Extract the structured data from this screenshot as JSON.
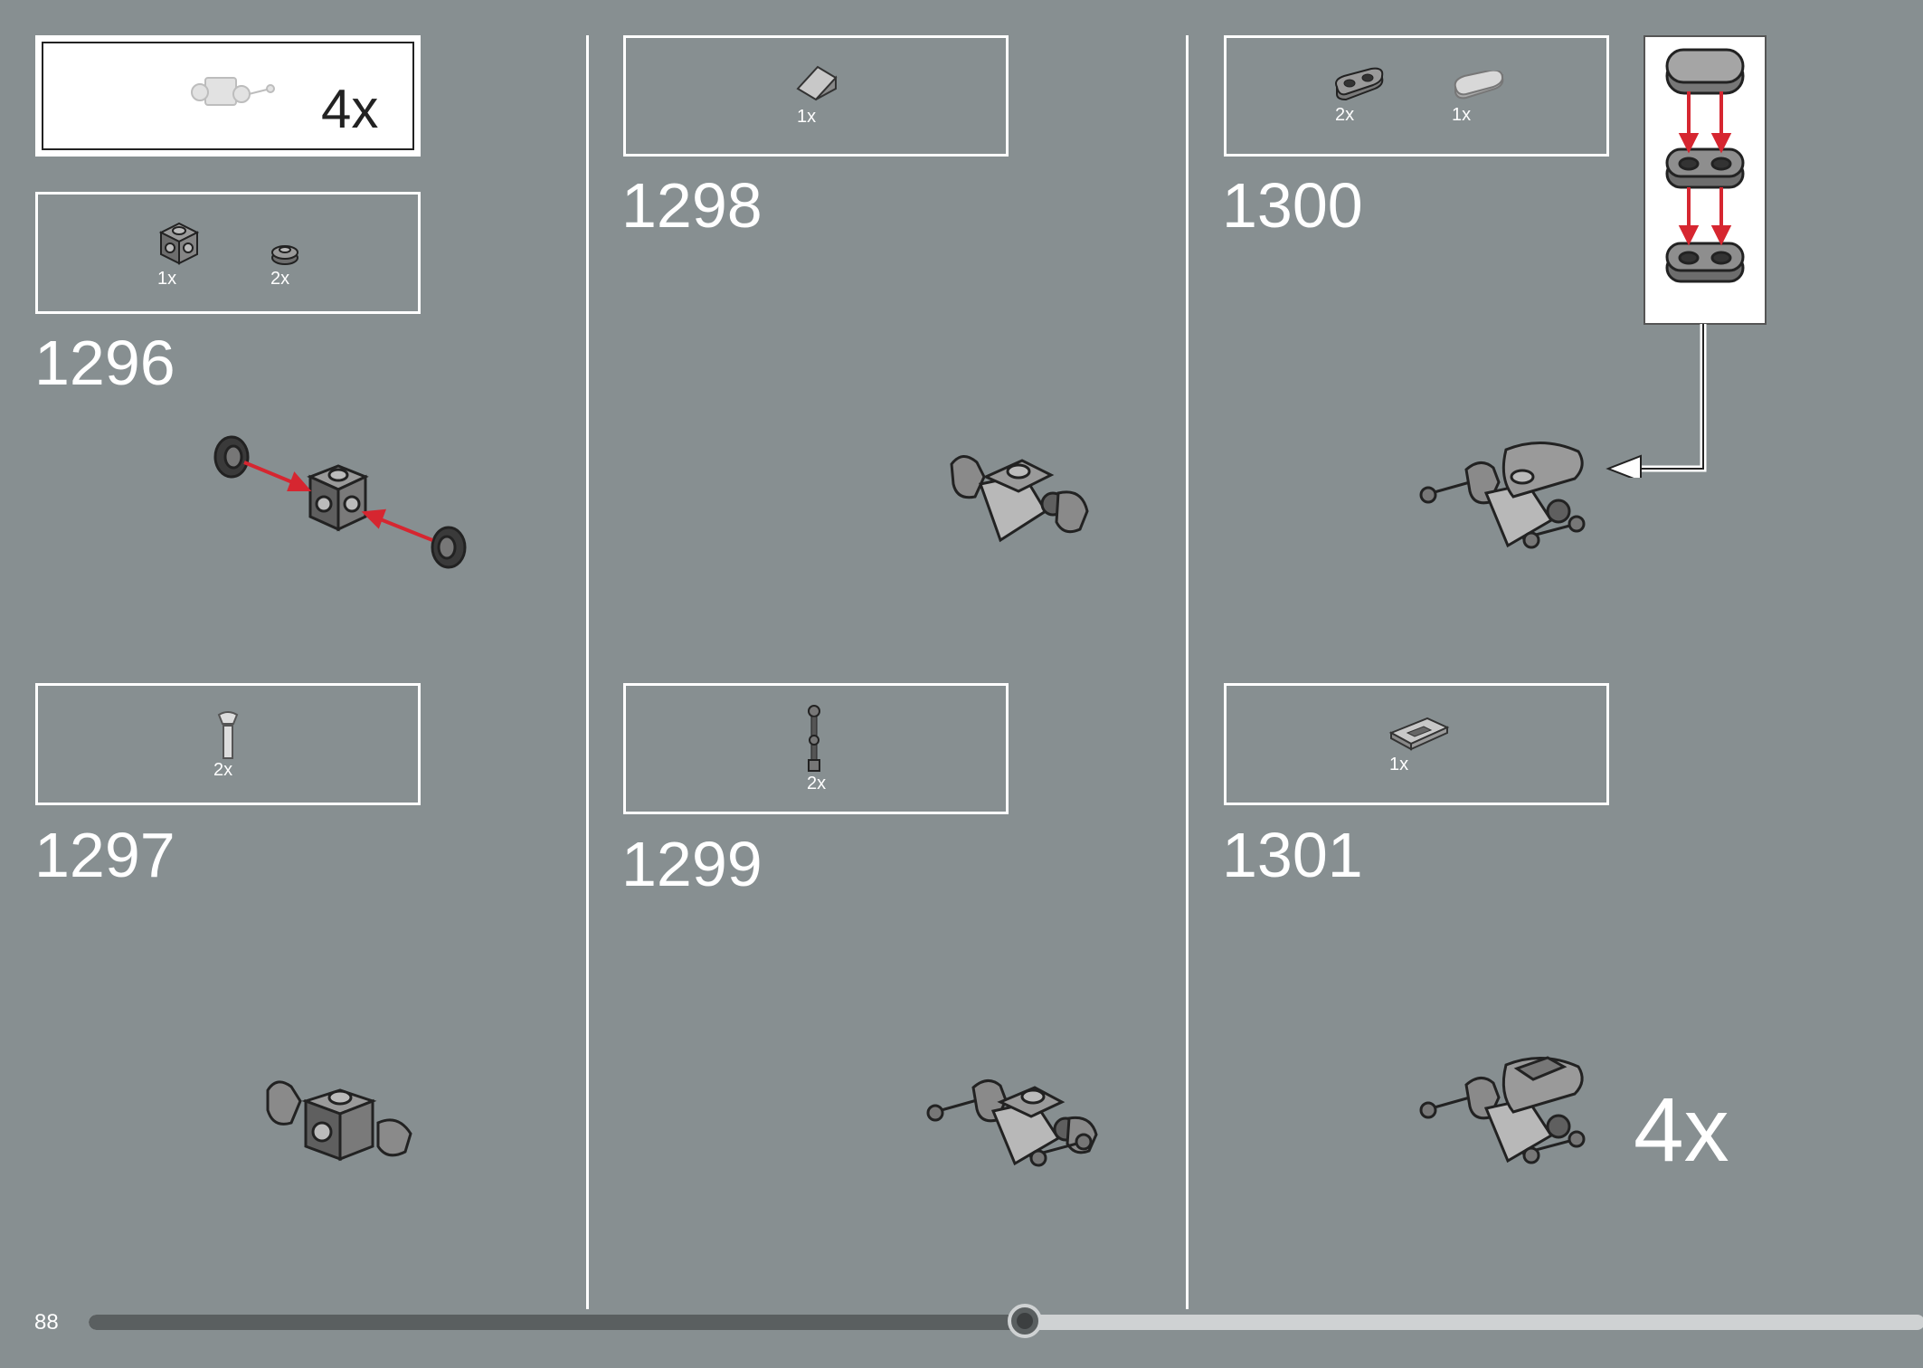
{
  "page": {
    "number": "88",
    "progress_percent": 51
  },
  "submodel": {
    "multiplier": "4x"
  },
  "steps": [
    {
      "number": "1296",
      "parts": [
        {
          "qty": "1x",
          "icon": "brick-1x1-studs-icon"
        },
        {
          "qty": "2x",
          "icon": "round-plate-icon"
        }
      ]
    },
    {
      "number": "1297",
      "parts": [
        {
          "qty": "2x",
          "icon": "clip-bar-icon"
        }
      ]
    },
    {
      "number": "1298",
      "parts": [
        {
          "qty": "1x",
          "icon": "slope-icon"
        }
      ]
    },
    {
      "number": "1299",
      "parts": [
        {
          "qty": "2x",
          "icon": "antenna-bar-icon"
        }
      ]
    },
    {
      "number": "1300",
      "parts": [
        {
          "qty": "2x",
          "icon": "plate-1x2-rounded-icon"
        },
        {
          "qty": "1x",
          "icon": "tile-1x2-rounded-icon"
        }
      ]
    },
    {
      "number": "1301",
      "parts": [
        {
          "qty": "1x",
          "icon": "grille-tile-icon"
        }
      ]
    }
  ],
  "final": {
    "multiplier": "4x"
  },
  "colors": {
    "background": "#878f91",
    "arrow": "#d62630",
    "track_fill": "#5a5f60",
    "track_empty": "#cfd2d3"
  }
}
